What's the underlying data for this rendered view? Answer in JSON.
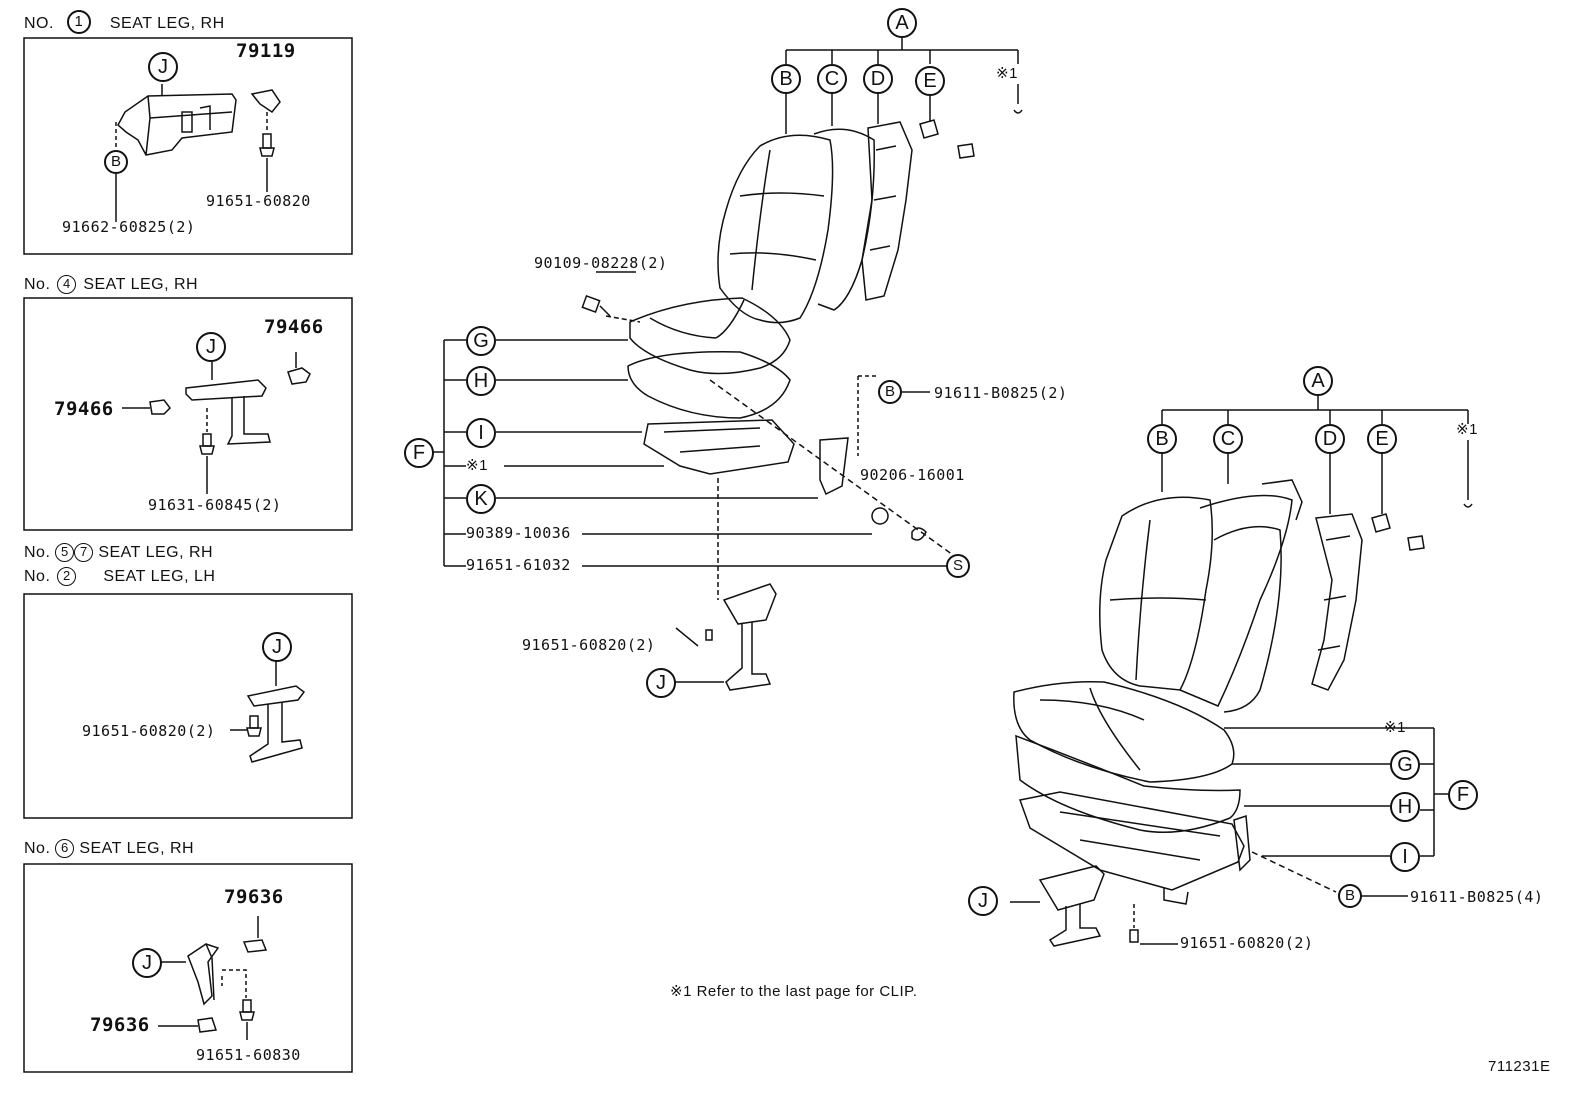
{
  "panels": {
    "p1": {
      "no": "NO.",
      "num": "1",
      "title": "SEAT LEG, RH",
      "part_top": "79119",
      "part_bolt": "91651-60820",
      "part_left": "91662-60825(2)",
      "callout_j": "J",
      "callout_b": "B"
    },
    "p4": {
      "no": "No.",
      "num": "4",
      "title": "SEAT LEG, RH",
      "part_a": "79466",
      "part_b": "79466",
      "part_bolt": "91631-60845(2)",
      "callout_j": "J"
    },
    "p57": {
      "no": "No.",
      "num_a": "5",
      "num_b": "7",
      "title": "SEAT LEG, RH",
      "no2": "No.",
      "num2": "2",
      "title2": "SEAT LEG, LH",
      "part_bolt": "91651-60820(2)",
      "callout_j": "J"
    },
    "p6": {
      "no": "No.",
      "num": "6",
      "title": "SEAT LEG, RH",
      "part_a": "79636",
      "part_b": "79636",
      "part_bolt": "91651-60830",
      "callout_j": "J"
    }
  },
  "main_seat": {
    "callouts": {
      "a": "A",
      "b": "B",
      "c": "C",
      "d": "D",
      "e": "E",
      "f": "F",
      "g": "G",
      "h": "H",
      "i": "I",
      "k": "K",
      "s": "S",
      "j": "J",
      "b2": "B"
    },
    "clip_ref": "※1",
    "clip_ref2": "※1",
    "parts": {
      "p1": "90109-08228(2)",
      "p2": "91611-B0825(2)",
      "p3": "90206-16001",
      "p4": "90389-10036",
      "p5": "91651-61032",
      "p6": "91651-60820(2)"
    }
  },
  "bench_seat": {
    "callouts": {
      "a": "A",
      "b": "B",
      "c": "C",
      "d": "D",
      "e": "E",
      "f": "F",
      "g": "G",
      "h": "H",
      "i": "I",
      "j": "J",
      "b2": "B"
    },
    "clip_ref": "※1",
    "clip_ref2": "※1",
    "parts": {
      "p1": "91611-B0825(4)",
      "p2": "91651-60820(2)"
    }
  },
  "footnote": "※1  Refer to the last page for CLIP.",
  "figure_id": "711231E"
}
